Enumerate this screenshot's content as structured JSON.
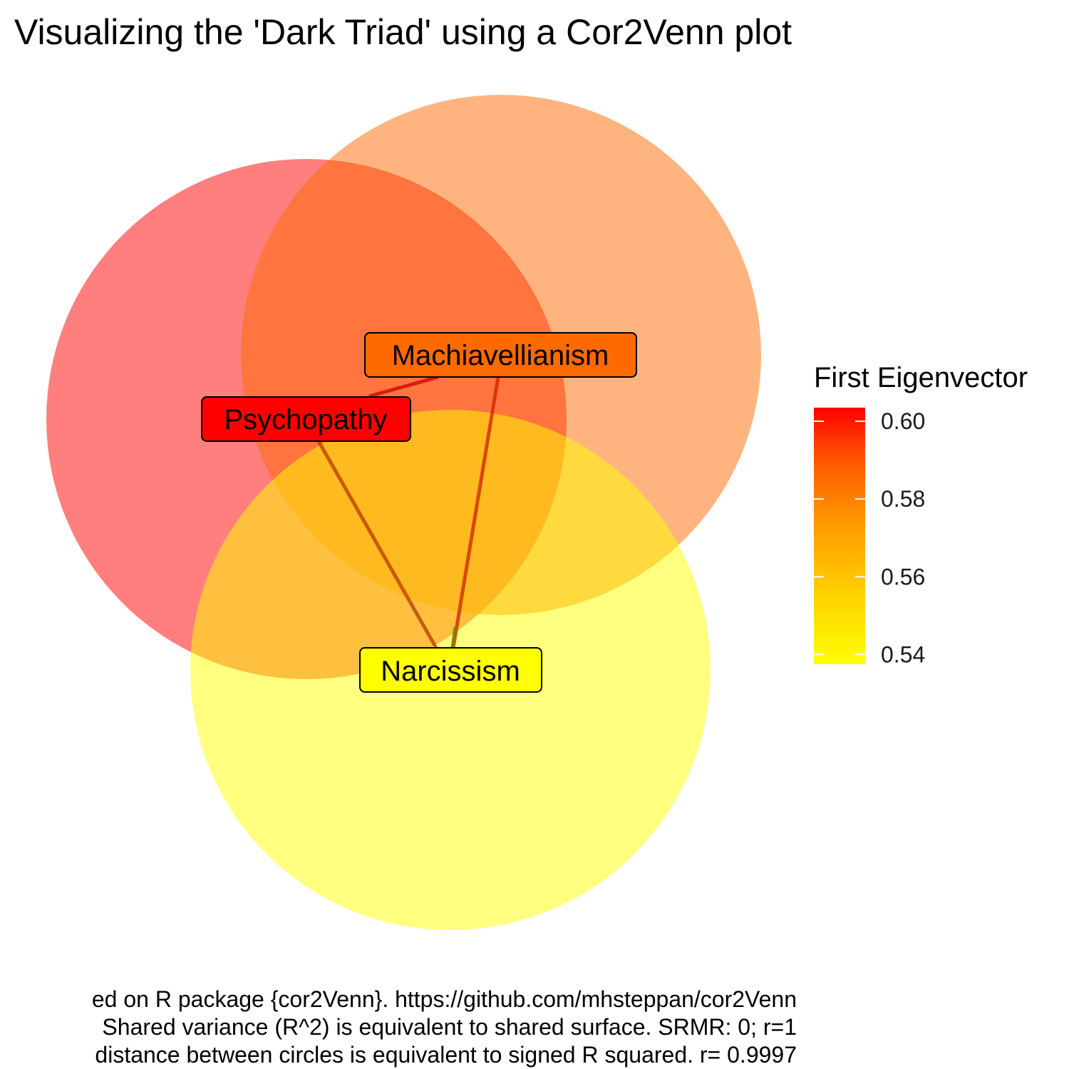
{
  "chart_data": {
    "type": "venn",
    "title": "Visualizing the 'Dark Triad' using a Cor2Venn plot",
    "nodes": [
      {
        "name": "Psychopathy",
        "eigenvector": 0.603,
        "color": "#ff0000"
      },
      {
        "name": "Machiavellianism",
        "eigenvector": 0.588,
        "color": "#ff6a00"
      },
      {
        "name": "Narcissism",
        "eigenvector": 0.538,
        "color": "#ffff00"
      }
    ],
    "edges": [
      {
        "from": "Psychopathy",
        "to": "Machiavellianism"
      },
      {
        "from": "Psychopathy",
        "to": "Narcissism"
      },
      {
        "from": "Machiavellianism",
        "to": "Narcissism"
      }
    ],
    "legend": {
      "title": "First Eigenvector",
      "ticks": [
        "0.60",
        "0.58",
        "0.56",
        "0.54"
      ],
      "tick_values": [
        0.6,
        0.58,
        0.56,
        0.54
      ],
      "range": [
        0.5375,
        0.6035
      ],
      "placement": "right",
      "colors": [
        "#ff0000",
        "#ff5500",
        "#ff9900",
        "#ffcc00",
        "#ffff00"
      ]
    },
    "caption_lines": [
      "ed on R package {cor2Venn}. https://github.com/mhsteppan/cor2Venn",
      "Shared variance (R^2) is equivalent to shared surface. SRMR: 0; r=1",
      "distance between circles is equivalent to signed R squared. r= 0.9997"
    ]
  }
}
